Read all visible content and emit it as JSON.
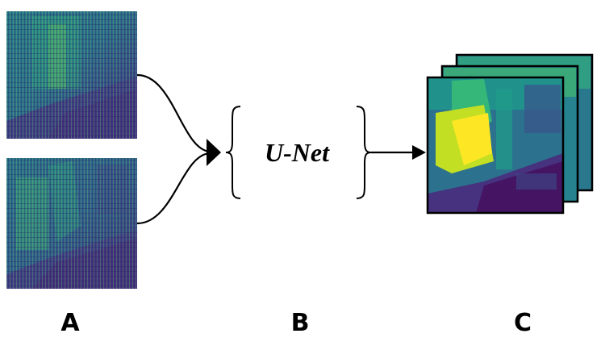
{
  "panels": {
    "a": {
      "label": "A"
    },
    "b": {
      "label": "B",
      "model_name": "U-Net"
    },
    "c": {
      "label": "C"
    }
  },
  "colors": {
    "viridis_dark": "#440154",
    "viridis_purple": "#46327e",
    "viridis_blue": "#365c8d",
    "viridis_teal": "#277f8e",
    "viridis_green": "#1fa187",
    "viridis_lightgreen": "#4ac16d",
    "viridis_yellowgreen": "#a0da39",
    "viridis_yellow": "#fde725",
    "line": "#000000"
  }
}
